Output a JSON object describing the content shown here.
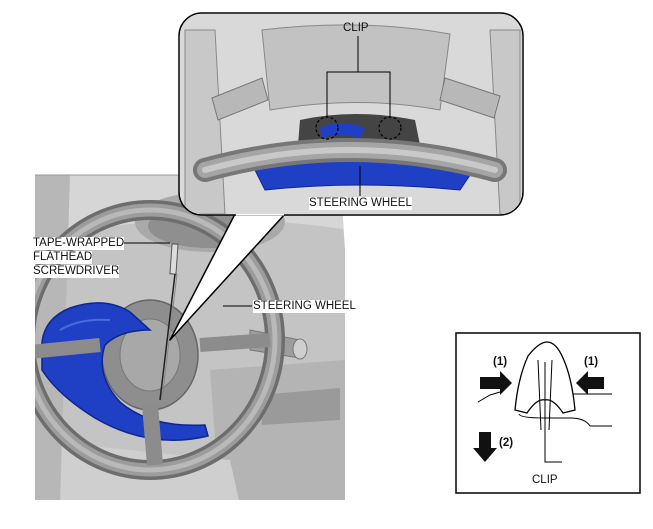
{
  "callout": {
    "clip_label": "CLIP",
    "steering_wheel_label": "STEERING WHEEL"
  },
  "main": {
    "tool_label_line1": "TAPE-WRAPPED",
    "tool_label_line2": "FLATHEAD",
    "tool_label_line3": "SCREWDRIVER",
    "steering_wheel_label": "STEERING WHEEL"
  },
  "detail": {
    "step1_left": "(1)",
    "step1_right": "(1)",
    "step2": "(2)",
    "clip_label": "CLIP"
  },
  "colors": {
    "cover_blue": "#1f3fc4",
    "cover_blue_dark": "#0f2590",
    "interior_gray": "#bdbdbd",
    "line": "#000000"
  }
}
